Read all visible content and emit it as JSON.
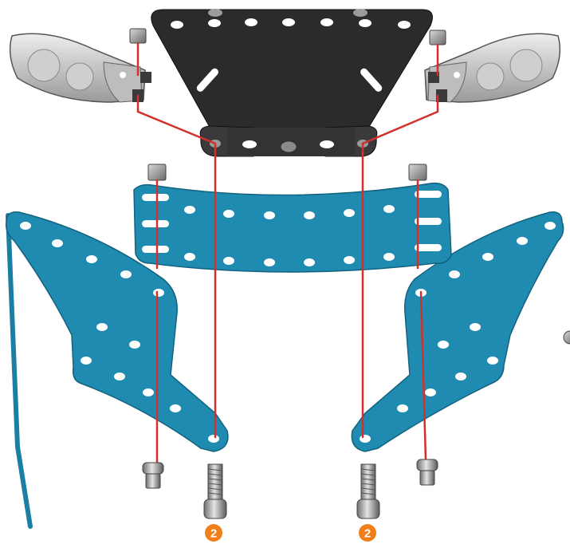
{
  "diagram": {
    "type": "exploded-assembly",
    "colors": {
      "blue_plate": "#1f8bb0",
      "blue_plate_edge": "#13627f",
      "black_plate": "#2b2b2d",
      "guide_line": "#d0312d",
      "step_badge": "#f07f1a",
      "accent_line": "#1b7ea3"
    },
    "parts": [
      {
        "name": "top-black-plate",
        "icon": "black-plate"
      },
      {
        "name": "curved-blue-plate",
        "icon": "blue-plate"
      },
      {
        "name": "left-blue-bracket",
        "icon": "blue-plate"
      },
      {
        "name": "right-blue-bracket",
        "icon": "blue-plate"
      },
      {
        "name": "left-headlight",
        "icon": "headlight"
      },
      {
        "name": "right-headlight",
        "icon": "headlight"
      },
      {
        "name": "square-nut",
        "icon": "nut",
        "count": 4
      },
      {
        "name": "short-screw",
        "icon": "cap-screw",
        "count": 2
      },
      {
        "name": "long-screw",
        "icon": "cap-screw",
        "count": 2
      }
    ],
    "step_badges": [
      {
        "label": "2"
      },
      {
        "label": "2"
      }
    ]
  }
}
